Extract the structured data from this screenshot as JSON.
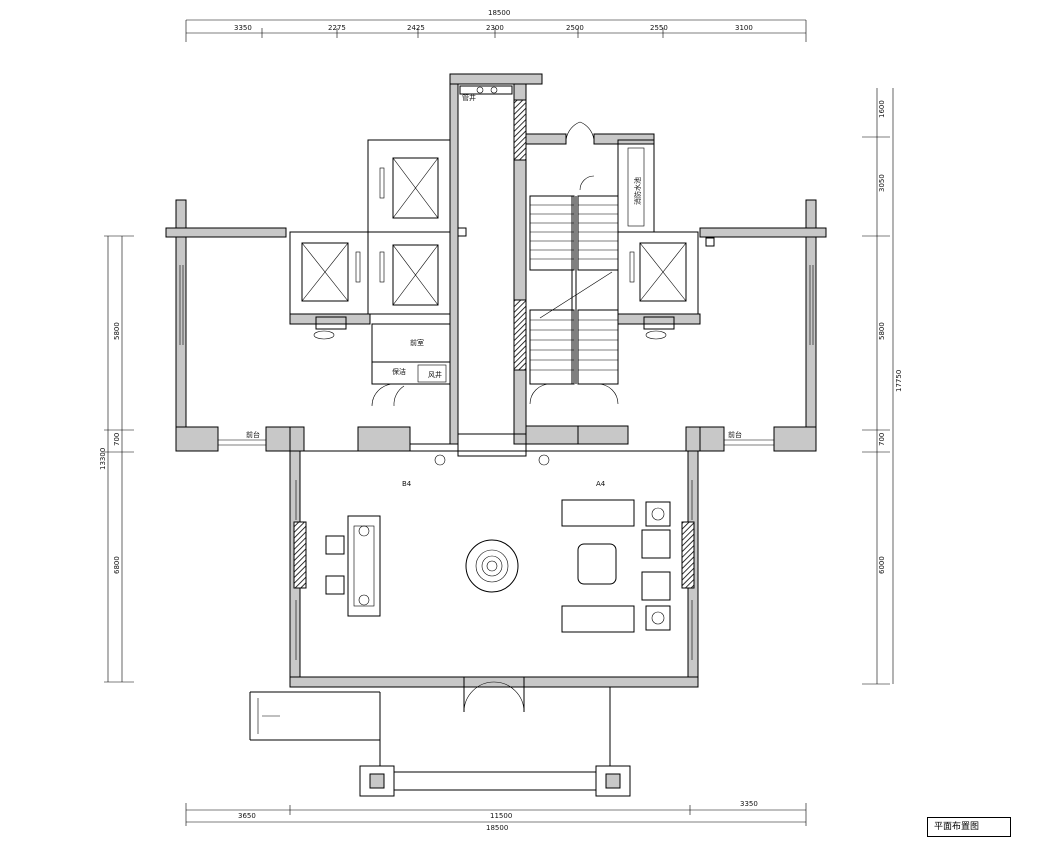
{
  "title": "平面布置图",
  "dimensions": {
    "top_total": "18500",
    "top_segments": [
      "3350",
      "2275",
      "2425",
      "2300",
      "2500",
      "2550",
      "3100"
    ],
    "bottom_total": "18500",
    "bottom_middle": "11500",
    "bottom_left": "3650",
    "bottom_right": "3350",
    "right_total": "17750",
    "right_segments": [
      "1600",
      "3050",
      "5800",
      "700",
      "6000"
    ],
    "left_total": "13300",
    "left_segments": [
      "5800",
      "700",
      "6800"
    ]
  },
  "room_labels": {
    "left_corridor_mark": "前台",
    "right_corridor_mark": "前台",
    "hall_left_mark": "B4",
    "hall_right_mark": "A4",
    "shaft_label": "管井",
    "room_a": "前室",
    "room_b": "保洁",
    "room_c": "风井",
    "storage": "消防水池"
  }
}
